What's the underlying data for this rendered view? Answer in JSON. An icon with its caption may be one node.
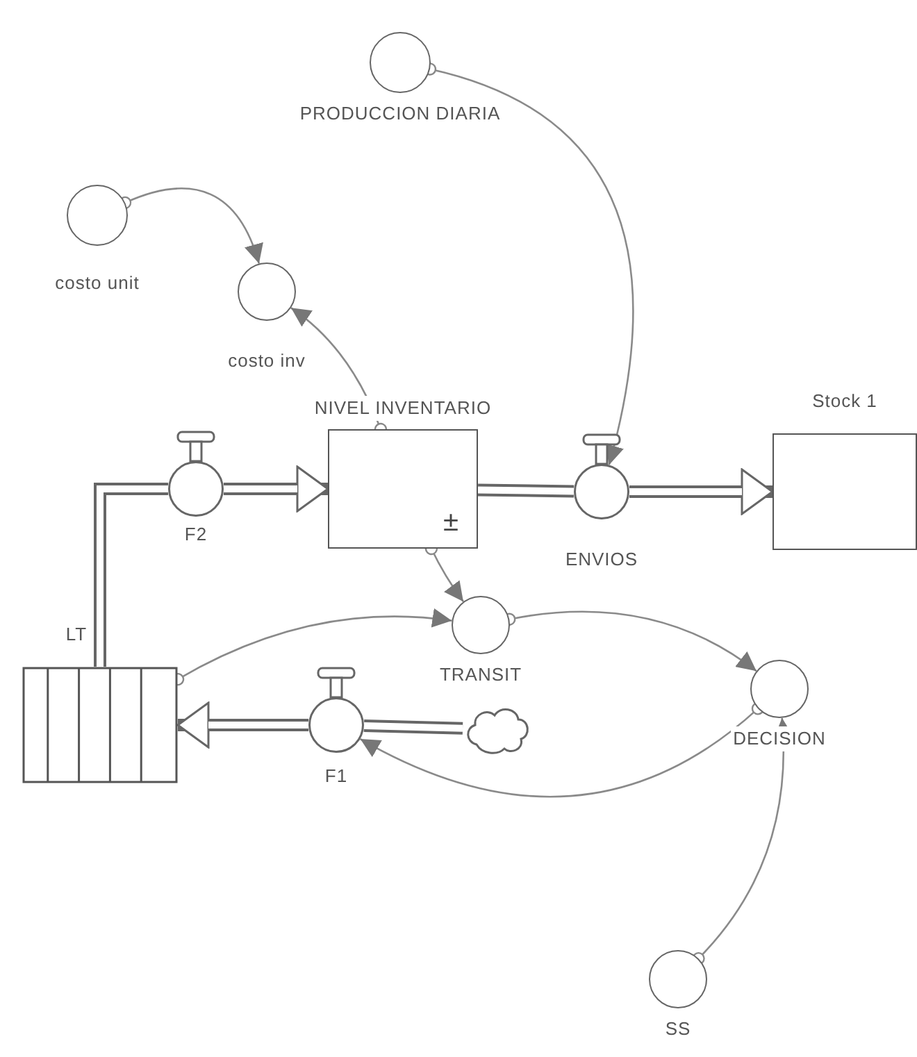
{
  "diagram": {
    "nodes": [
      {
        "text": [
          "PRODUCCION DIARIA"
        ]
      },
      {
        "text": [
          "costo unit"
        ]
      },
      {
        "text": [
          "costo inv"
        ]
      },
      {
        "text": [
          "NIVEL INVENTARIO"
        ]
      },
      {
        "text": [
          "Stock 1"
        ]
      },
      {
        "text": [
          "F2"
        ]
      },
      {
        "text": [
          "ENVIOS"
        ]
      },
      {
        "text": [
          "LT"
        ]
      },
      {
        "text": [
          "F1"
        ]
      },
      {
        "text": [
          "TRANSIT"
        ]
      },
      {
        "text": [],
        "shape": "cloud"
      },
      {
        "text": [
          "DECISION"
        ]
      },
      {
        "text": [
          "SS"
        ]
      }
    ],
    "edges": [
      {
        "from": 7,
        "to": 5,
        "arrow": "none",
        "style": "thick"
      },
      {
        "from": 5,
        "to": 3,
        "arrow": "to",
        "style": "thick"
      },
      {
        "from": 3,
        "to": 6,
        "arrow": "none",
        "style": "thick"
      },
      {
        "from": 6,
        "to": 4,
        "arrow": "to",
        "style": "thick"
      },
      {
        "from": 10,
        "to": 8,
        "arrow": "none",
        "style": "thick"
      },
      {
        "from": 8,
        "to": 7,
        "arrow": "to",
        "style": "thick"
      },
      {
        "from": 0,
        "to": 6,
        "arrow": "to"
      },
      {
        "from": 1,
        "to": 2,
        "arrow": "to"
      },
      {
        "from": 3,
        "to": 2,
        "arrow": "to"
      },
      {
        "from": 3,
        "to": 9,
        "arrow": "to",
        "label": "±"
      },
      {
        "from": 7,
        "to": 9,
        "arrow": "to"
      },
      {
        "from": 9,
        "to": 11,
        "arrow": "to"
      },
      {
        "from": 11,
        "to": 8,
        "arrow": "to"
      },
      {
        "from": 12,
        "to": 11,
        "arrow": "to"
      }
    ]
  }
}
